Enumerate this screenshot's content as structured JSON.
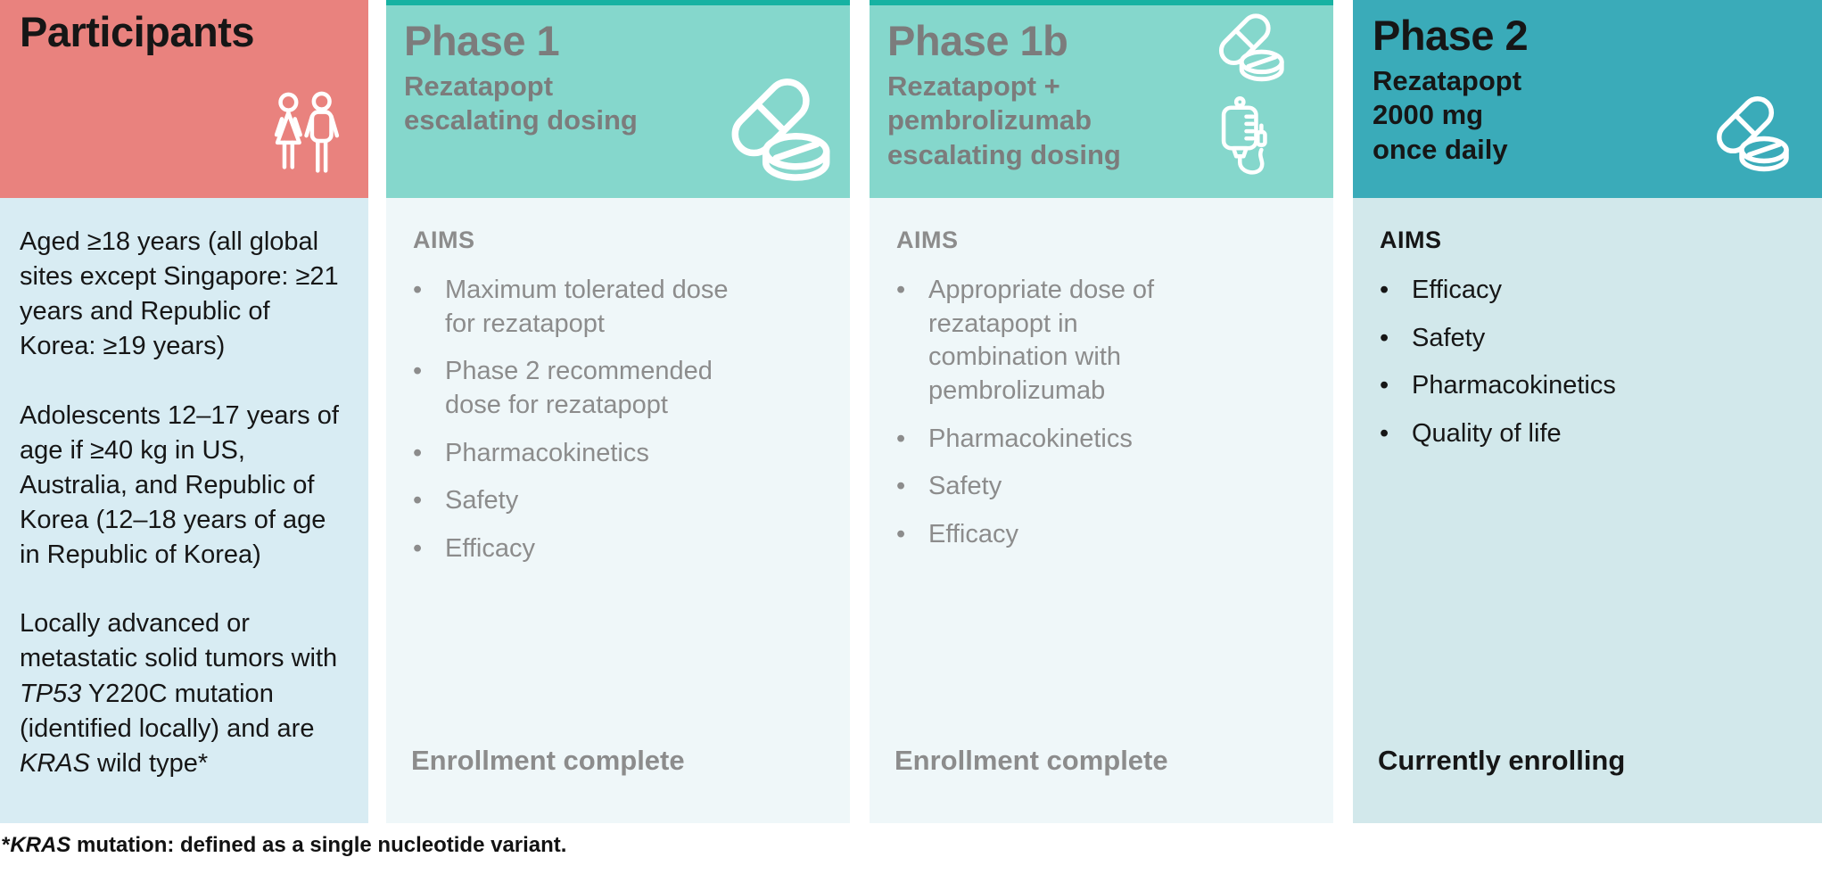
{
  "colors": {
    "coral": "#E9827E",
    "participants_body": "#D8ECF3",
    "teal_header": "#85D7CC",
    "teal_strip": "#16B2A2",
    "phase_body": "#EFF7F9",
    "phase2_header": "#3AABB9",
    "phase2_body": "#D2E8EB",
    "gray_title": "#7C7C7C",
    "gray_text": "#8C8C8C",
    "ink": "#161616"
  },
  "participants": {
    "title": "Participants",
    "icon": "people-icon",
    "paragraphs": [
      [
        {
          "t": "Aged ≥18 years (all global sites except Singapore: ≥21 years and Republic of Korea: ≥19 years)"
        }
      ],
      [
        {
          "t": "Adolescents 12–17 years of age if ≥40 kg in US, Australia, and Republic of Korea (12–18 years of age in Republic of Korea)"
        }
      ],
      [
        {
          "t": "Locally advanced or metastatic solid tumors with "
        },
        {
          "t": "TP53",
          "i": true
        },
        {
          "t": " Y220C mutation (identified locally) and are "
        },
        {
          "t": "KRAS",
          "i": true
        },
        {
          "t": " wild type*"
        }
      ]
    ]
  },
  "phase1": {
    "title": "Phase 1",
    "subtitle_lines": [
      "Rezatapopt",
      "escalating dosing"
    ],
    "icons": [
      "pills-icon"
    ],
    "aims_label": "AIMS",
    "aims": [
      "Maximum tolerated dose for rezatapopt",
      "Phase 2 recommended dose for rezatapopt",
      "Pharmacokinetics",
      "Safety",
      "Efficacy"
    ],
    "status": "Enrollment complete"
  },
  "phase1b": {
    "title": "Phase 1b",
    "subtitle_lines": [
      "Rezatapopt +",
      "pembrolizumab",
      "escalating dosing"
    ],
    "icons": [
      "pills-icon",
      "iv-bag-icon"
    ],
    "aims_label": "AIMS",
    "aims": [
      "Appropriate dose of rezatapopt in combination with pembrolizumab",
      "Pharmacokinetics",
      "Safety",
      "Efficacy"
    ],
    "status": "Enrollment complete"
  },
  "phase2": {
    "title": "Phase 2",
    "subtitle_lines": [
      "Rezatapopt",
      "2000 mg",
      "once daily"
    ],
    "icons": [
      "pills-icon"
    ],
    "aims_label": "AIMS",
    "aims": [
      "Efficacy",
      "Safety",
      "Pharmacokinetics",
      "Quality of life"
    ],
    "status": "Currently enrolling"
  },
  "footnote": [
    {
      "t": "*"
    },
    {
      "t": "KRAS",
      "i": true
    },
    {
      "t": " mutation: defined as a single nucleotide variant."
    }
  ]
}
